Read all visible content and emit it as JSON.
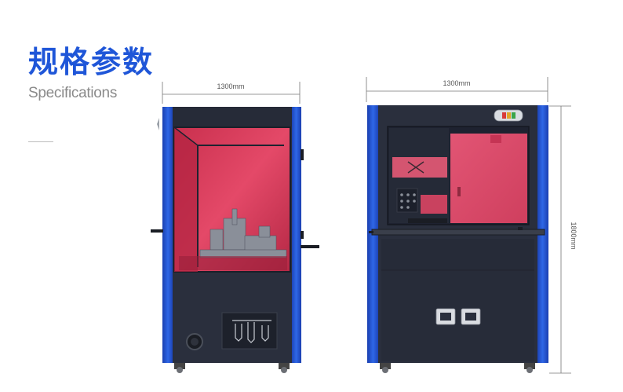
{
  "heading": {
    "title_cn": "规格参数",
    "title_en": "Specifications"
  },
  "dimensions": {
    "side_width": "1300mm",
    "front_width": "1300mm",
    "front_height": "1800mm"
  },
  "colors": {
    "accent_blue": "#1f56d8",
    "frame_blue": "#2257d6",
    "cabinet_dark": "#2a2f3d",
    "window_red": "#d8435f"
  }
}
